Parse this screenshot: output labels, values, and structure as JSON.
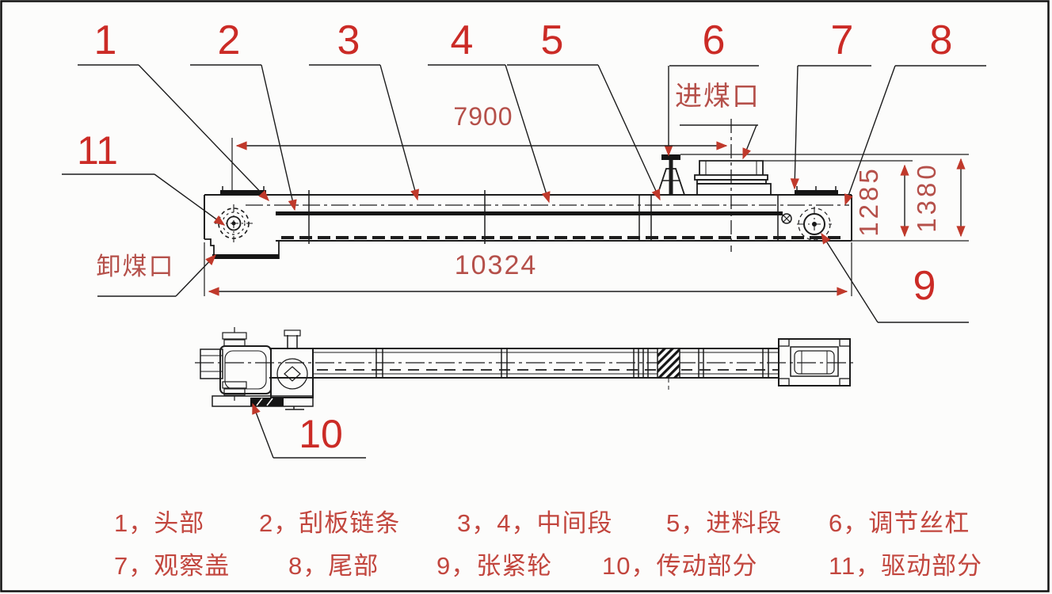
{
  "callouts": {
    "c1": "1",
    "c2": "2",
    "c3": "3",
    "c4": "4",
    "c5": "5",
    "c6": "6",
    "c7": "7",
    "c8": "8",
    "c9": "9",
    "c10": "10",
    "c11": "11"
  },
  "dimensions": {
    "inlet_center_distance": "7900",
    "overall_length": "10324",
    "hopper_top_height": "1285",
    "overall_height": "1380"
  },
  "labels": {
    "coal_inlet": "进煤口",
    "coal_outlet": "卸煤口"
  },
  "legend": {
    "row1": [
      {
        "label": "1，头部"
      },
      {
        "label": "2，刮板链条"
      },
      {
        "label": "3，4，中间段"
      },
      {
        "label": "5，进料段"
      },
      {
        "label": "6，调节丝杠"
      }
    ],
    "row2": [
      {
        "label": "7，观察盖"
      },
      {
        "label": "8，尾部"
      },
      {
        "label": "9，张紧轮"
      },
      {
        "label": "10，传动部分"
      },
      {
        "label": "11，驱动部分"
      }
    ]
  },
  "colors": {
    "callout_red": "#cb2b26",
    "dim_red": "#b5504a",
    "legend_red": "#c2463e",
    "arrow_red": "#c0392b",
    "line_black": "#1c1c1c"
  }
}
